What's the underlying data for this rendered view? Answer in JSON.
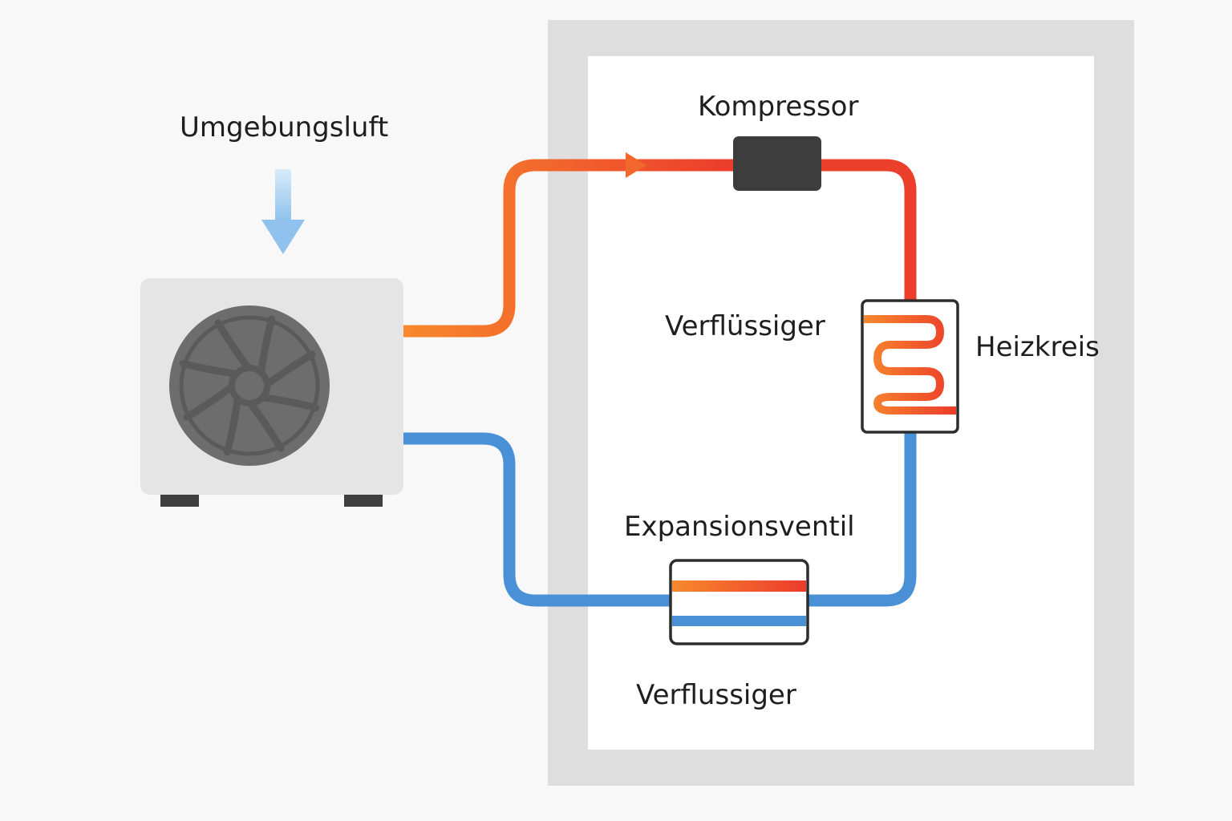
{
  "labels": {
    "ambient_air": "Umgebungsluft",
    "compressor": "Kompressor",
    "condenser_inside": "Verflüssiger",
    "heating_circuit": "Heizkreis",
    "expansion_valve": "Expansionsventil",
    "condenser_bottom": "Verflussiger"
  },
  "colors": {
    "hot_pipe_start": "#f7892d",
    "hot_pipe_end": "#ec3b2b",
    "cold_pipe": "#4a90d6",
    "building_wall": "#dedede",
    "building_interior": "#ffffff",
    "outdoor_unit": "#e5e5e5",
    "fan": "#6d6d6d",
    "compressor": "#3d3d3d",
    "air_arrow": "#a9d1f0"
  }
}
